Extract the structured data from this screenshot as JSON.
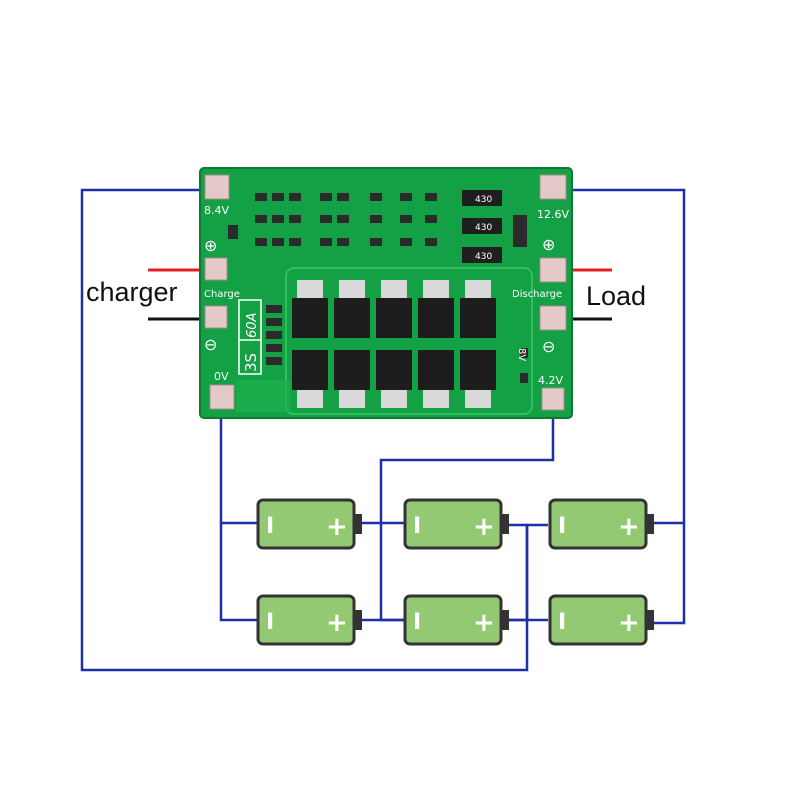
{
  "labels": {
    "charger": "charger",
    "load": "Load"
  },
  "board": {
    "pad_8v4": "8.4V",
    "pad_12v6": "12.6V",
    "pad_0v": "0V",
    "pad_4v2": "4.2V",
    "charge": "Charge",
    "discharge": "Discharge",
    "plus_symbol": "⊕",
    "minus_symbol": "⊖",
    "model_3s": "3S",
    "model_60a": "60A",
    "pad_8v": "8V",
    "resistor_top": "430",
    "resistor_mid": "430",
    "resistor_bottom": "430"
  },
  "battery": {
    "minus_sign": "I",
    "plus_sign": "+"
  },
  "colors": {
    "wire": "#1f2fa8",
    "pcb": "#14a044",
    "pcb_dark": "#0d7a32",
    "pad": "#e3c9c9",
    "battery_fill": "#93c973",
    "battery_stroke": "#333333",
    "charger_positive": "#e02020",
    "charger_negative": "#111111"
  }
}
